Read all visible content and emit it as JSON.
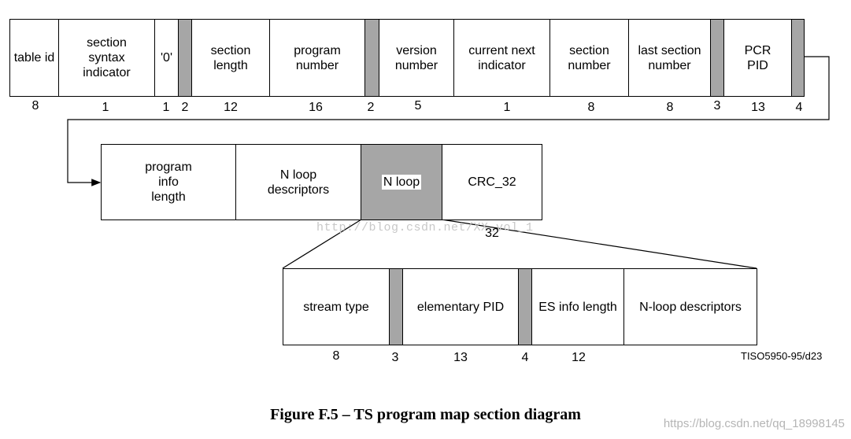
{
  "row1": {
    "fields": [
      {
        "label": "table id",
        "bits": "8"
      },
      {
        "label": "section\nsyntax\nindicator",
        "bits": "1"
      },
      {
        "label": "'0'",
        "bits": "1"
      },
      {
        "label": "",
        "bits": "2",
        "reserved": true
      },
      {
        "label": "section\nlength",
        "bits": "12"
      },
      {
        "label": "program\nnumber",
        "bits": "16"
      },
      {
        "label": "",
        "bits": "2",
        "reserved": true
      },
      {
        "label": "version\nnumber",
        "bits": "5"
      },
      {
        "label": "current next\nindicator",
        "bits": "1"
      },
      {
        "label": "section\nnumber",
        "bits": "8"
      },
      {
        "label": "last section\nnumber",
        "bits": "8"
      },
      {
        "label": "",
        "bits": "3",
        "reserved": true
      },
      {
        "label": "PCR\nPID",
        "bits": "13"
      },
      {
        "label": "",
        "bits": "4",
        "reserved": true
      }
    ]
  },
  "row2": {
    "fields": [
      {
        "label": "program\ninfo\nlength",
        "bits": ""
      },
      {
        "label": "N loop\ndescriptors",
        "bits": ""
      },
      {
        "label": "N loop",
        "bits": "",
        "reserved": true
      },
      {
        "label": "CRC_32",
        "bits": "32"
      }
    ]
  },
  "row3": {
    "fields": [
      {
        "label": "stream type",
        "bits": "8"
      },
      {
        "label": "",
        "bits": "3",
        "reserved": true
      },
      {
        "label": "elementary PID",
        "bits": "13"
      },
      {
        "label": "",
        "bits": "4",
        "reserved": true
      },
      {
        "label": "ES info length",
        "bits": "12"
      },
      {
        "label": "N-loop descriptors",
        "bits": ""
      }
    ]
  },
  "figure_tag": "TISO5950-95/d23",
  "caption": "Figure F.5 – TS program map section diagram",
  "watermark_center": "http://blog.csdn.net/XX_vol_1",
  "watermark_corner": "https://blog.csdn.net/qq_18998145",
  "colors": {
    "reserved_fill": "#a6a6a6",
    "line": "#000000"
  }
}
